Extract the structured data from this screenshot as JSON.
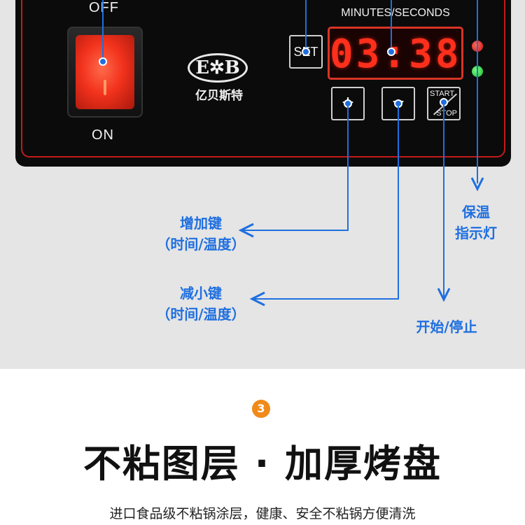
{
  "panel": {
    "off_label": "OFF",
    "on_label": "ON",
    "logo_mark": "E✲B",
    "logo_text": "亿贝斯特",
    "display_header": "MINUTES/SECONDS",
    "display_value": "03:38",
    "set_label": "SET",
    "plus_label": "+",
    "minus_label": "−",
    "start_label": "START",
    "stop_label": "STOP"
  },
  "callouts": {
    "plus_title": "增加键",
    "plus_sub": "（时间/温度）",
    "minus_title": "减小键",
    "minus_sub": "（时间/温度）",
    "start_stop": "开始/停止",
    "indicator_line1": "保温",
    "indicator_line2": "指示灯"
  },
  "section": {
    "badge": "3",
    "headline": "不粘图层 · 加厚烤盘",
    "subline": "进口食品级不粘锅涂层，健康、安全不粘锅方便清洗"
  },
  "colors": {
    "callout_blue": "#1f6fe0",
    "panel_black": "#0b0b0b",
    "display_red": "#ff2f1c",
    "badge_orange": "#f08a1a"
  }
}
